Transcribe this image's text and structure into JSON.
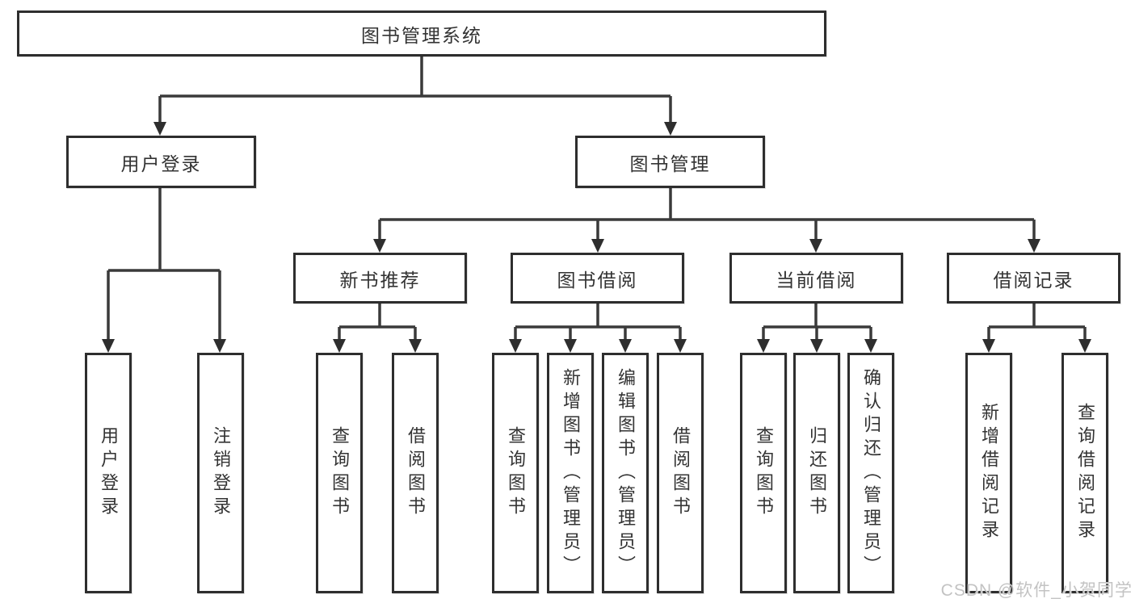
{
  "tree": {
    "label": "图书管理系统",
    "children": [
      {
        "label": "用户登录",
        "children": [
          {
            "label": "用户登录"
          },
          {
            "label": "注销登录"
          }
        ]
      },
      {
        "label": "图书管理",
        "children": [
          {
            "label": "新书推荐",
            "children": [
              {
                "label": "查询图书"
              },
              {
                "label": "借阅图书"
              }
            ]
          },
          {
            "label": "图书借阅",
            "children": [
              {
                "label": "查询图书"
              },
              {
                "label": "新增图书（管理员）"
              },
              {
                "label": "编辑图书（管理员）"
              },
              {
                "label": "借阅图书"
              }
            ]
          },
          {
            "label": "当前借阅",
            "children": [
              {
                "label": "查询图书"
              },
              {
                "label": "归还图书"
              },
              {
                "label": "确认归还（管理员）"
              }
            ]
          },
          {
            "label": "借阅记录",
            "children": [
              {
                "label": "新增借阅记录"
              },
              {
                "label": "查询借阅记录"
              }
            ]
          }
        ]
      }
    ]
  },
  "watermark": {
    "text": "CSDN @软件_小贺同学"
  },
  "colors": {
    "line": "#3a3a3a",
    "box_border": "#2e2e2e",
    "text": "#333333",
    "watermark": "#c3c3c3",
    "background": "#ffffff"
  }
}
